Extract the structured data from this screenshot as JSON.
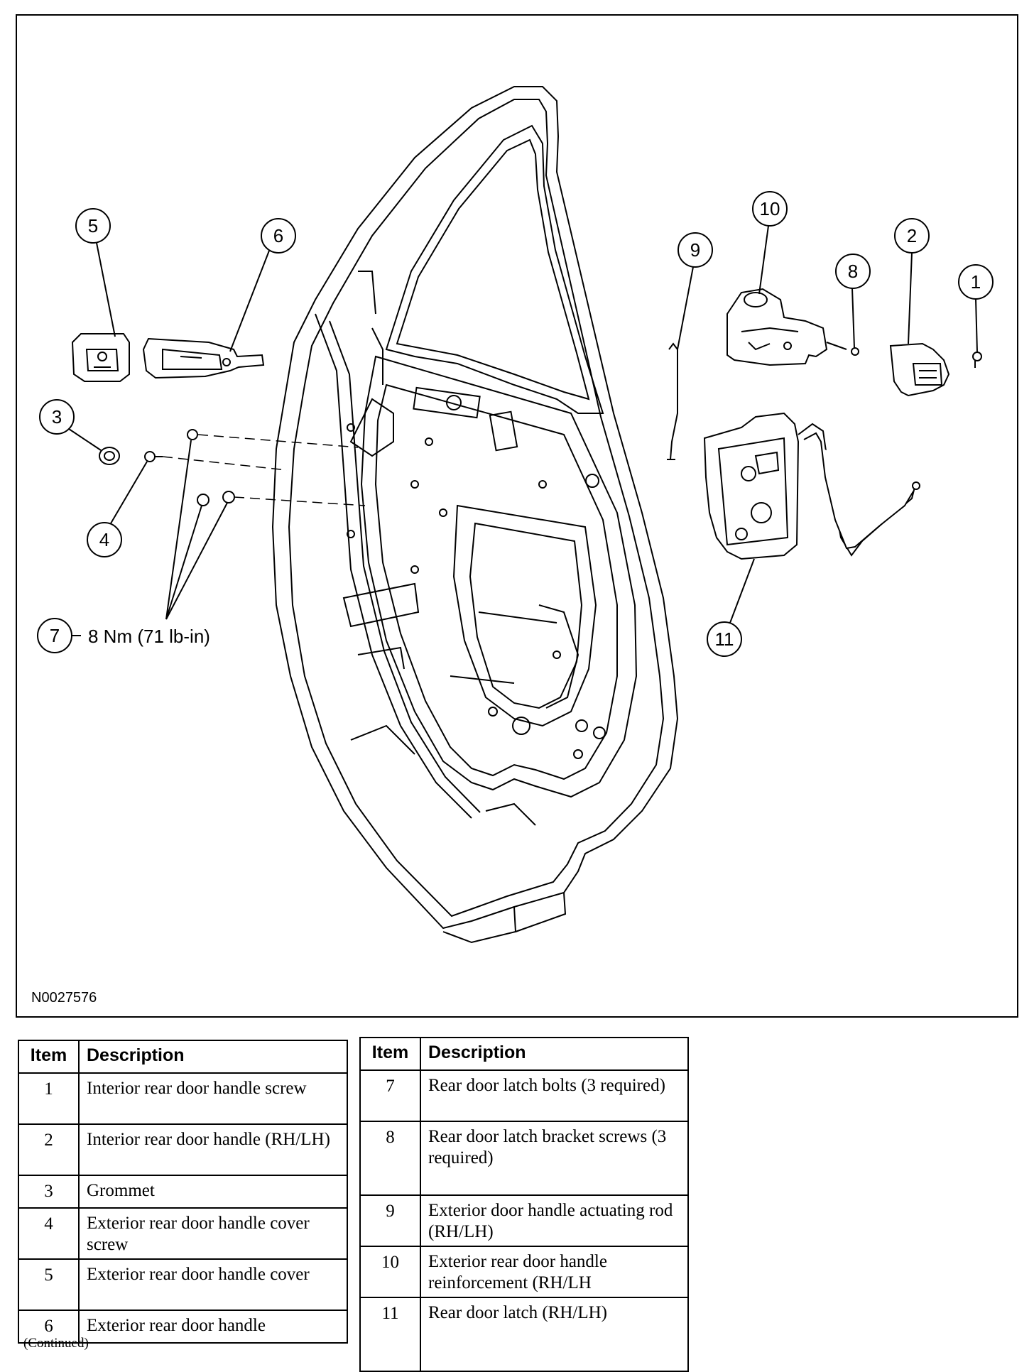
{
  "figure": {
    "figure_id": "N0027576",
    "callouts": [
      "1",
      "2",
      "3",
      "4",
      "5",
      "6",
      "7",
      "8",
      "9",
      "10",
      "11"
    ],
    "torque_spec": "8 Nm (71 lb-in)"
  },
  "tables": {
    "header_item": "Item",
    "header_description": "Description",
    "left_rows": [
      {
        "item": "1",
        "description": "Interior rear door handle screw"
      },
      {
        "item": "2",
        "description": "Interior rear door handle (RH/LH)"
      },
      {
        "item": "3",
        "description": "Grommet"
      },
      {
        "item": "4",
        "description": "Exterior rear door handle cover screw"
      },
      {
        "item": "5",
        "description": "Exterior rear door handle cover"
      },
      {
        "item": "6",
        "description": "Exterior rear door handle"
      }
    ],
    "right_rows": [
      {
        "item": "7",
        "description": "Rear door latch bolts (3 required)"
      },
      {
        "item": "8",
        "description": "Rear door latch bracket screws (3 required)"
      },
      {
        "item": "9",
        "description": "Exterior door handle actuating rod (RH/LH)"
      },
      {
        "item": "10",
        "description": "Exterior rear door handle reinforcement (RH/LH"
      },
      {
        "item": "11",
        "description": "Rear door latch (RH/LH)"
      }
    ]
  },
  "footer": {
    "continued": "(Continued)"
  }
}
